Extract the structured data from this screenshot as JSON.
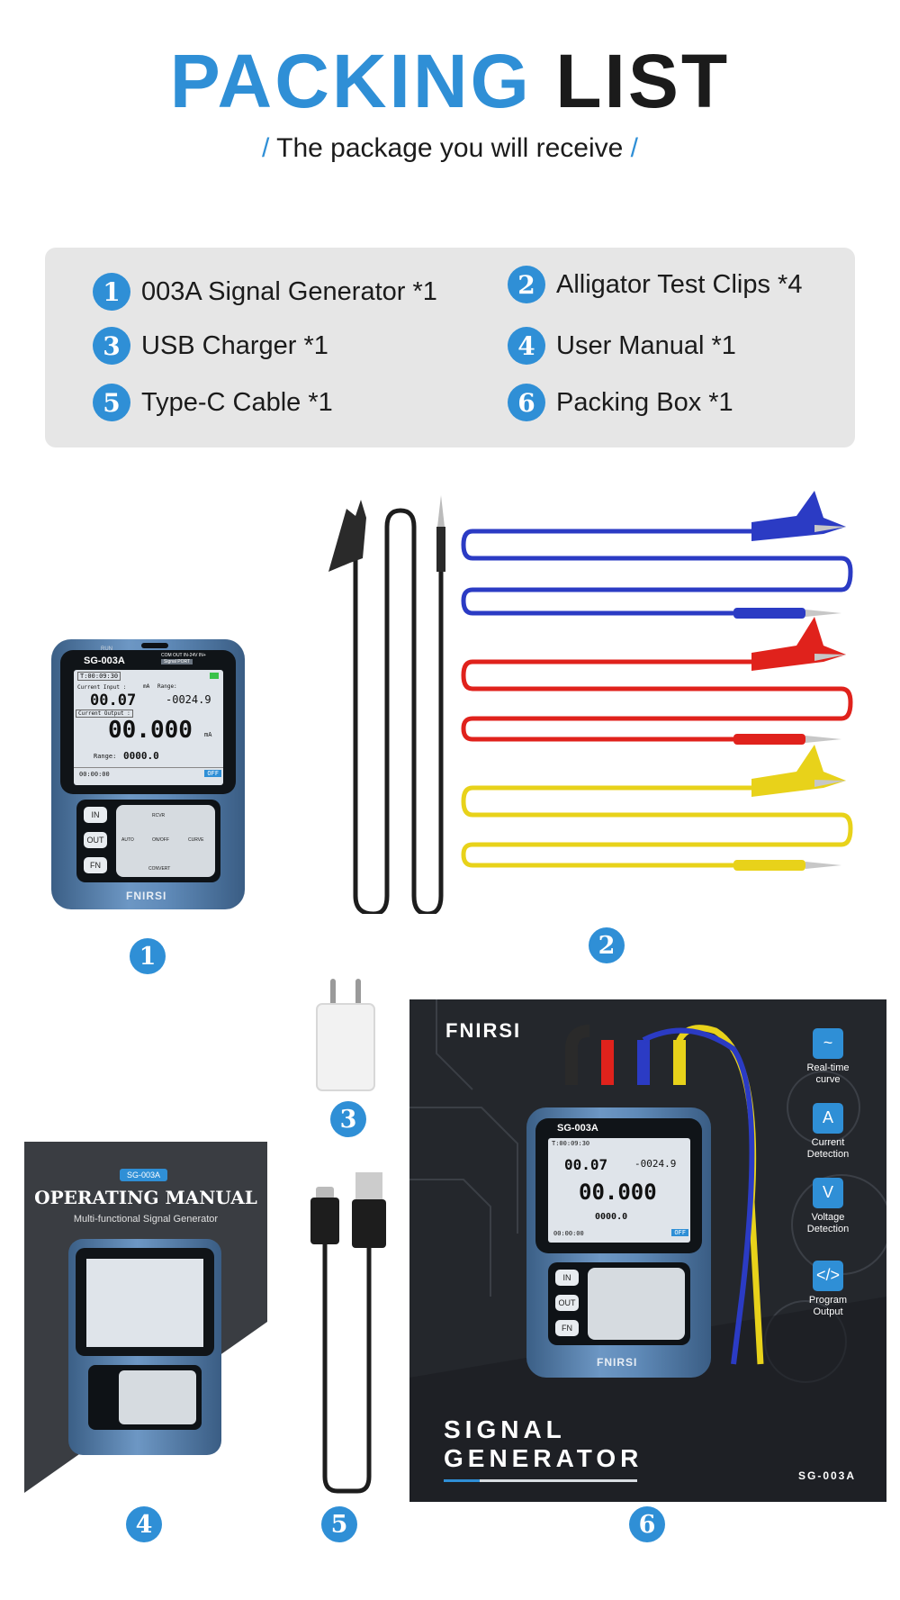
{
  "header": {
    "title_blue": "PACKING",
    "title_dark": "LIST",
    "subtitle_slash_left": "/",
    "subtitle_text": "The package you will receive",
    "subtitle_slash_right": "/"
  },
  "items": [
    {
      "num": "1",
      "label": "003A Signal Generator *1"
    },
    {
      "num": "2",
      "label": "Alligator Test Clips *4"
    },
    {
      "num": "3",
      "label": "USB Charger *1"
    },
    {
      "num": "4",
      "label": "User Manual *1"
    },
    {
      "num": "5",
      "label": "Type-C Cable *1"
    },
    {
      "num": "6",
      "label": "Packing Box *1"
    }
  ],
  "badges": [
    "1",
    "2",
    "3",
    "4",
    "5",
    "6"
  ],
  "device": {
    "model": "SG-003A",
    "run": "RUN",
    "ports": "COM  OUT  IN-24V  IN+",
    "signal_port": "Signal PORT",
    "time": "T:00:09:30",
    "current_input_label": "Current Input :",
    "current_input_value": "00.07",
    "unit_ma": "mA",
    "range_label": "Range:",
    "range_value_top": "-0024.9",
    "current_output_label": "Current Output :",
    "current_output_value": "00.000",
    "range_value": "0000.0",
    "timer": "00:00:00",
    "off": "OFF",
    "key_in": "IN",
    "key_out": "OUT",
    "key_fn": "FN",
    "key_auto": "AUTO",
    "key_onoff": "ON/OFF",
    "key_curve": "CURVE",
    "key_rcvr": "RCVR",
    "key_convert": "CONVERT",
    "brand": "FNIRSI"
  },
  "manual": {
    "badge": "SG-003A",
    "title": "OPERATING MANUAL",
    "subtitle": "Multi-functional Signal Generator"
  },
  "box": {
    "logo": "FNIRSI",
    "title_line1": "SIGNAL",
    "title_line2": "GENERATOR",
    "model": "SG-003A",
    "features": [
      {
        "icon": "chart-icon",
        "label": "Real-time curve"
      },
      {
        "icon": "current-icon",
        "label": "Current Detection"
      },
      {
        "icon": "voltage-icon",
        "label": "Voltage Detection"
      },
      {
        "icon": "code-icon",
        "label": "Program Output"
      }
    ]
  },
  "colors": {
    "accent": "#2f8fd6",
    "list_bg": "#e6e6e6",
    "lead_blue": "#2b3bc4",
    "lead_red": "#e0221c",
    "lead_yellow": "#e8d21a",
    "lead_black": "#1d1d1d"
  }
}
